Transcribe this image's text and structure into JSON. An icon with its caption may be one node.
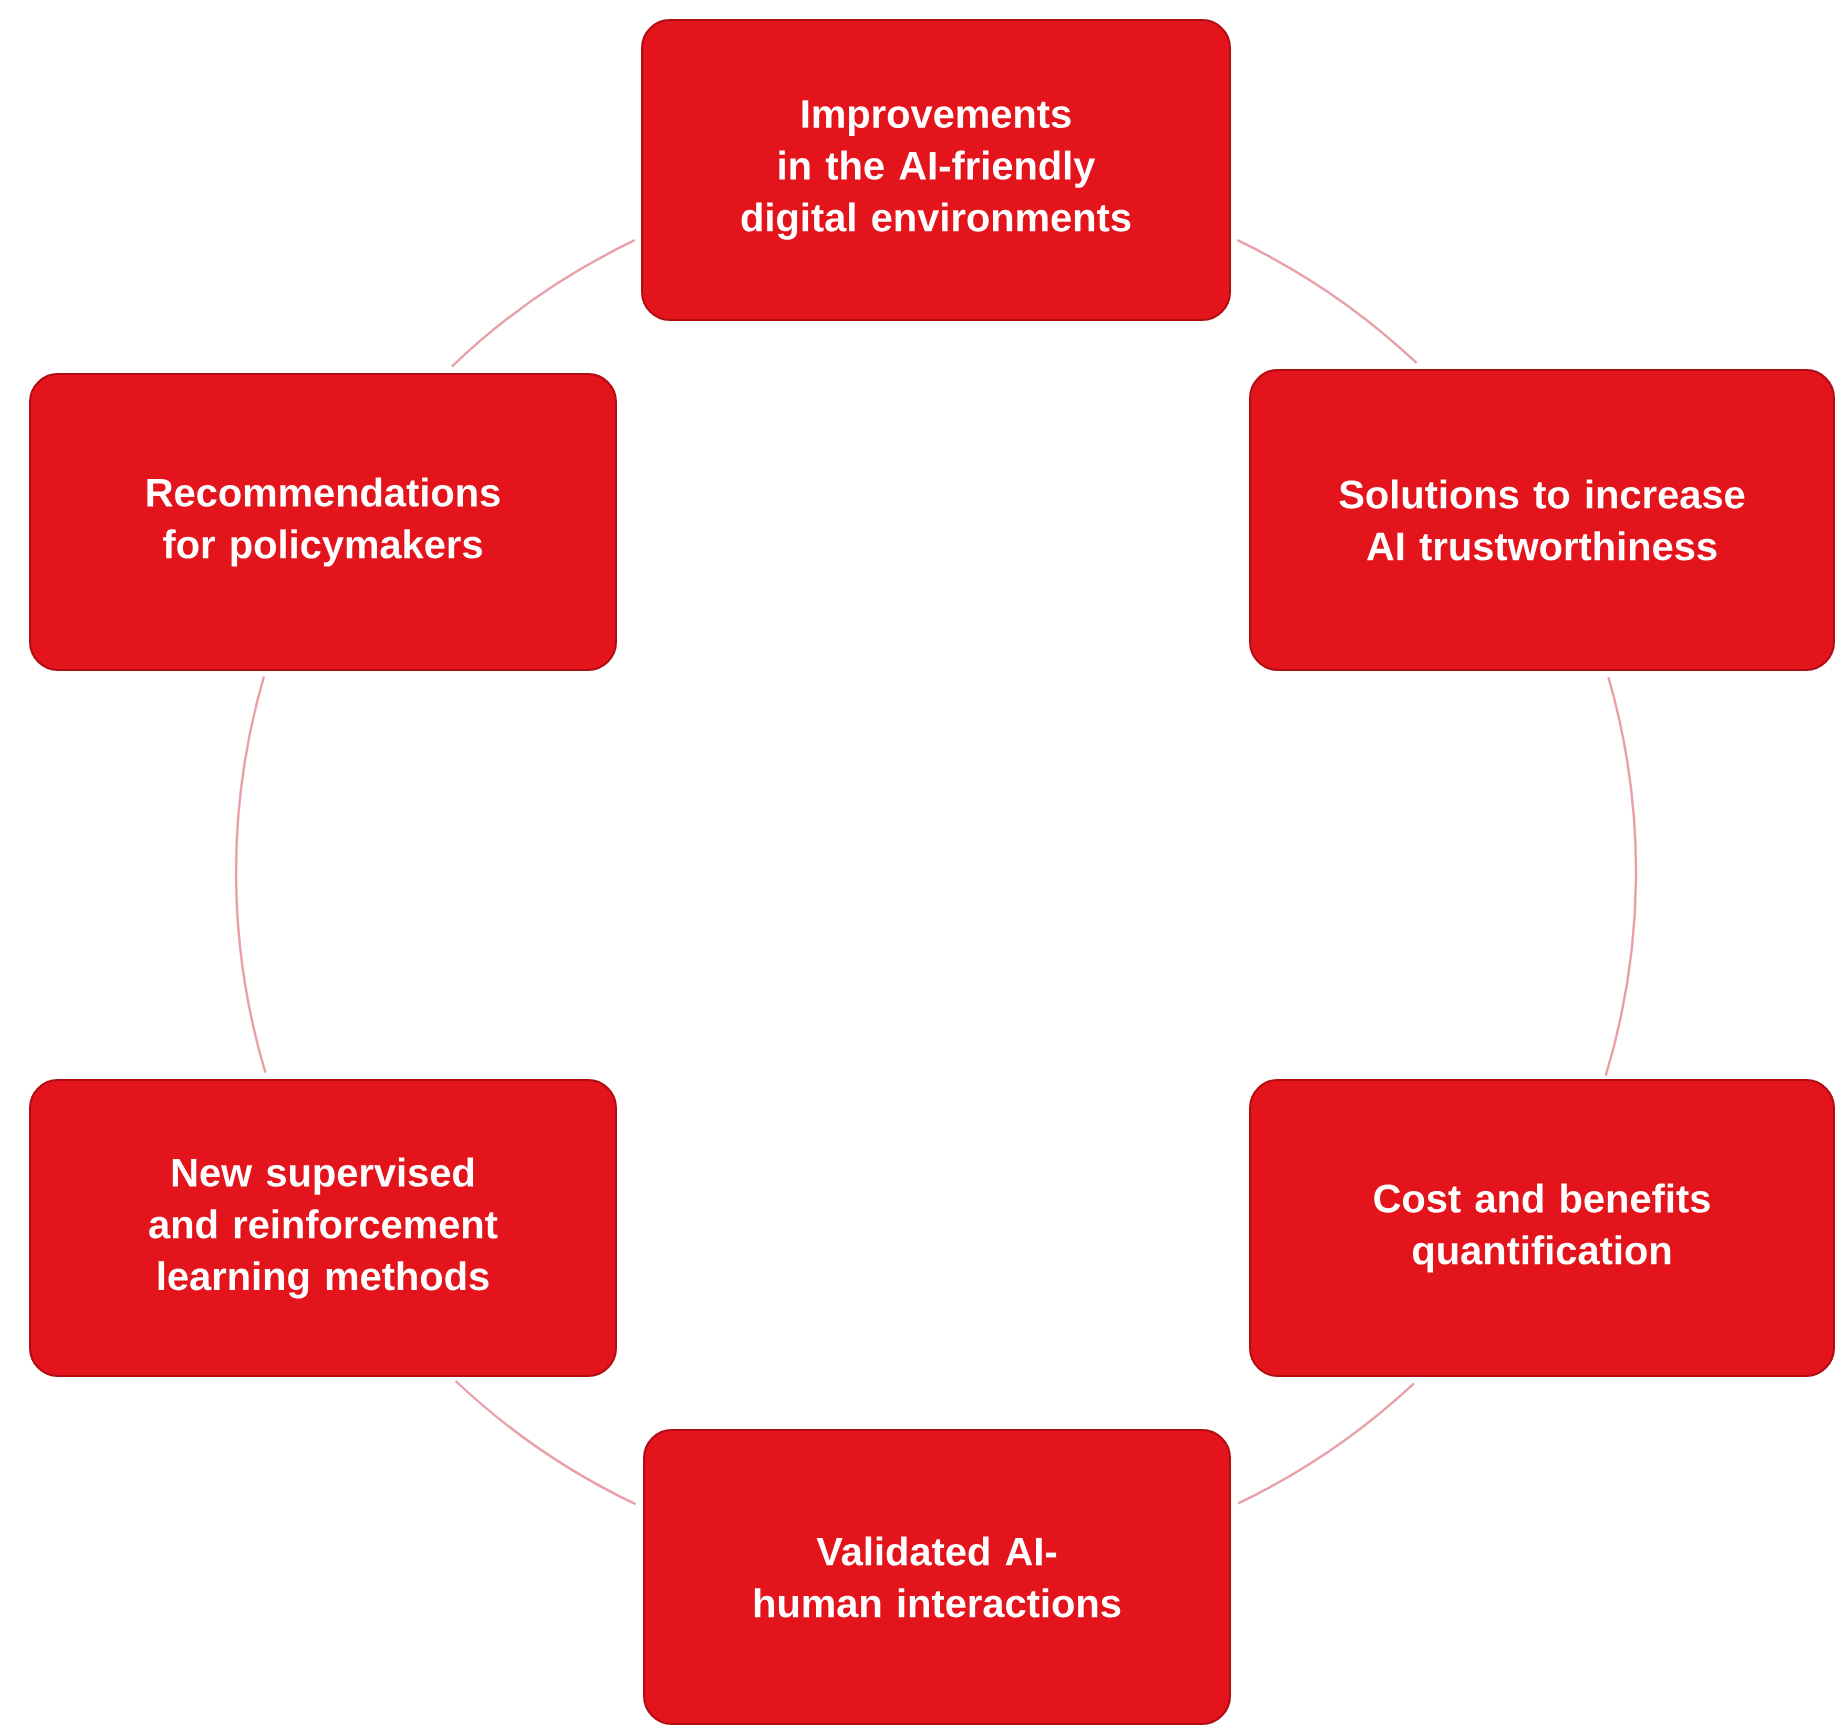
{
  "diagram": {
    "nodes": [
      {
        "text": [
          "Improvements in the AI-friendly digital environments"
        ]
      },
      {
        "text": [
          "Recommendations for policymakers"
        ]
      },
      {
        "text": [
          "Solutions to increase AI trustworthiness"
        ]
      },
      {
        "text": [
          "New supervised and reinforcement learning methods"
        ]
      },
      {
        "text": [
          "Cost and benefits quantification"
        ]
      },
      {
        "text": [
          "Validated AI-human interactions"
        ]
      }
    ],
    "edges": [
      {
        "from": 0,
        "to": 2,
        "arrow": "none"
      },
      {
        "from": 2,
        "to": 4,
        "arrow": "none"
      },
      {
        "from": 4,
        "to": 5,
        "arrow": "none"
      },
      {
        "from": 5,
        "to": 3,
        "arrow": "none"
      },
      {
        "from": 3,
        "to": 1,
        "arrow": "none"
      },
      {
        "from": 1,
        "to": 0,
        "arrow": "none"
      }
    ]
  }
}
